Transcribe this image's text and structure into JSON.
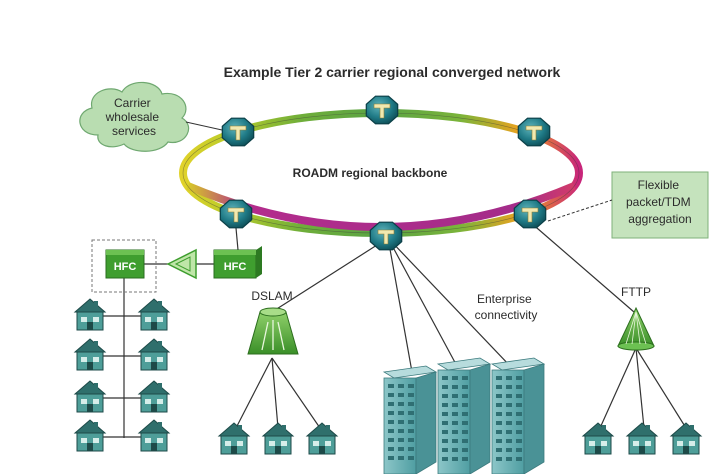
{
  "title": "Example Tier 2 carrier regional converged network",
  "labels": {
    "cloud": [
      "Carrier",
      "wholesale",
      "services"
    ],
    "backbone": "ROADM regional backbone",
    "aggregation": [
      "Flexible",
      "packet/TDM",
      "aggregation"
    ],
    "hfc": "HFC",
    "dslam": "DSLAM",
    "enterprise": [
      "Enterprise",
      "connectivity"
    ],
    "fttp": "FTTP"
  },
  "colors": {
    "node": "#1f7a86",
    "node_dark": "#0d4a53",
    "hfc_green": "#3f9e2f",
    "house": "#3d8a86",
    "building": "#5aa7aa",
    "cloud": "#b9ddb1",
    "agg_box": "#c5e3bd"
  },
  "icons": [
    "roadm-node-icon",
    "hfc-node-icon",
    "amplifier-icon",
    "dslam-icon",
    "fttp-splitter-icon",
    "house-icon",
    "office-building-icon",
    "cloud-icon"
  ]
}
